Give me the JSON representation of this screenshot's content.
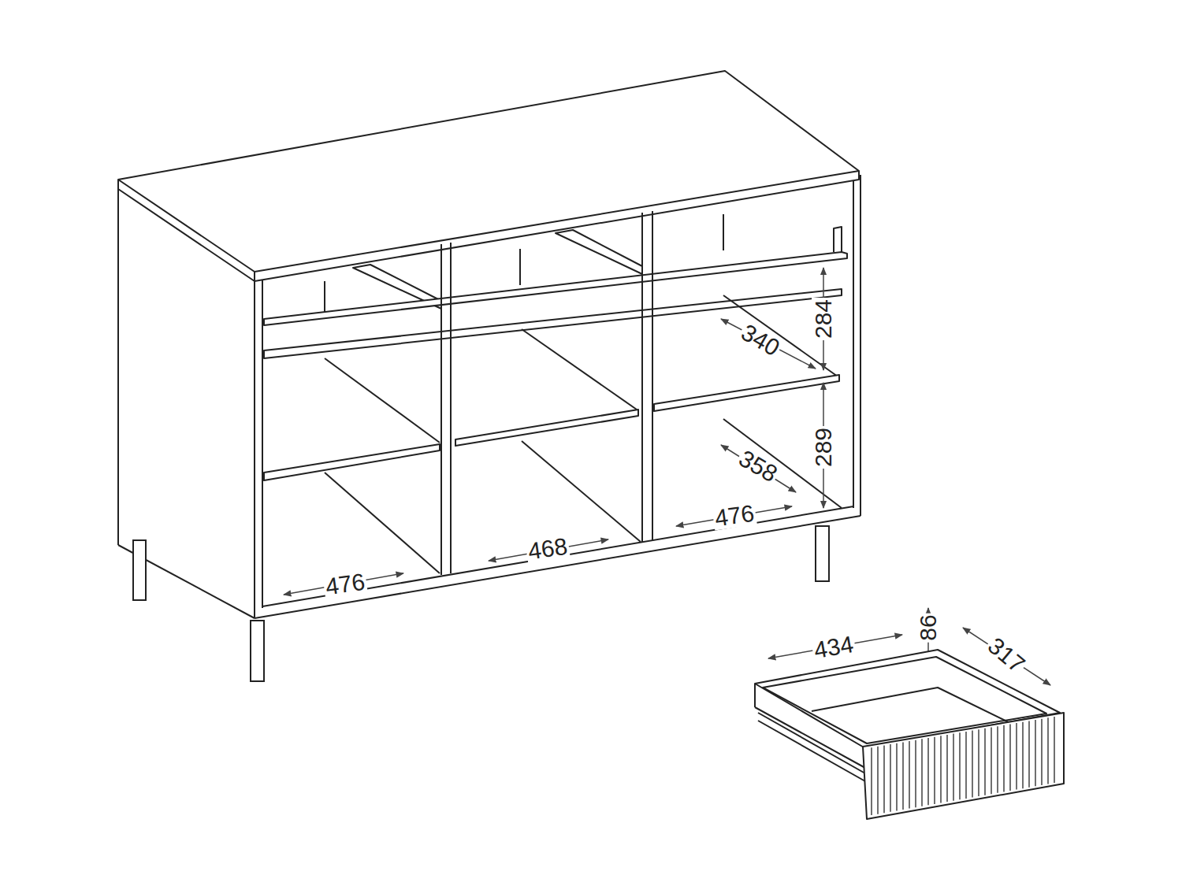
{
  "diagram": {
    "labels": [
      "284",
      "340",
      "289",
      "358",
      "476",
      "468",
      "476",
      "434",
      "86",
      "317"
    ]
  }
}
